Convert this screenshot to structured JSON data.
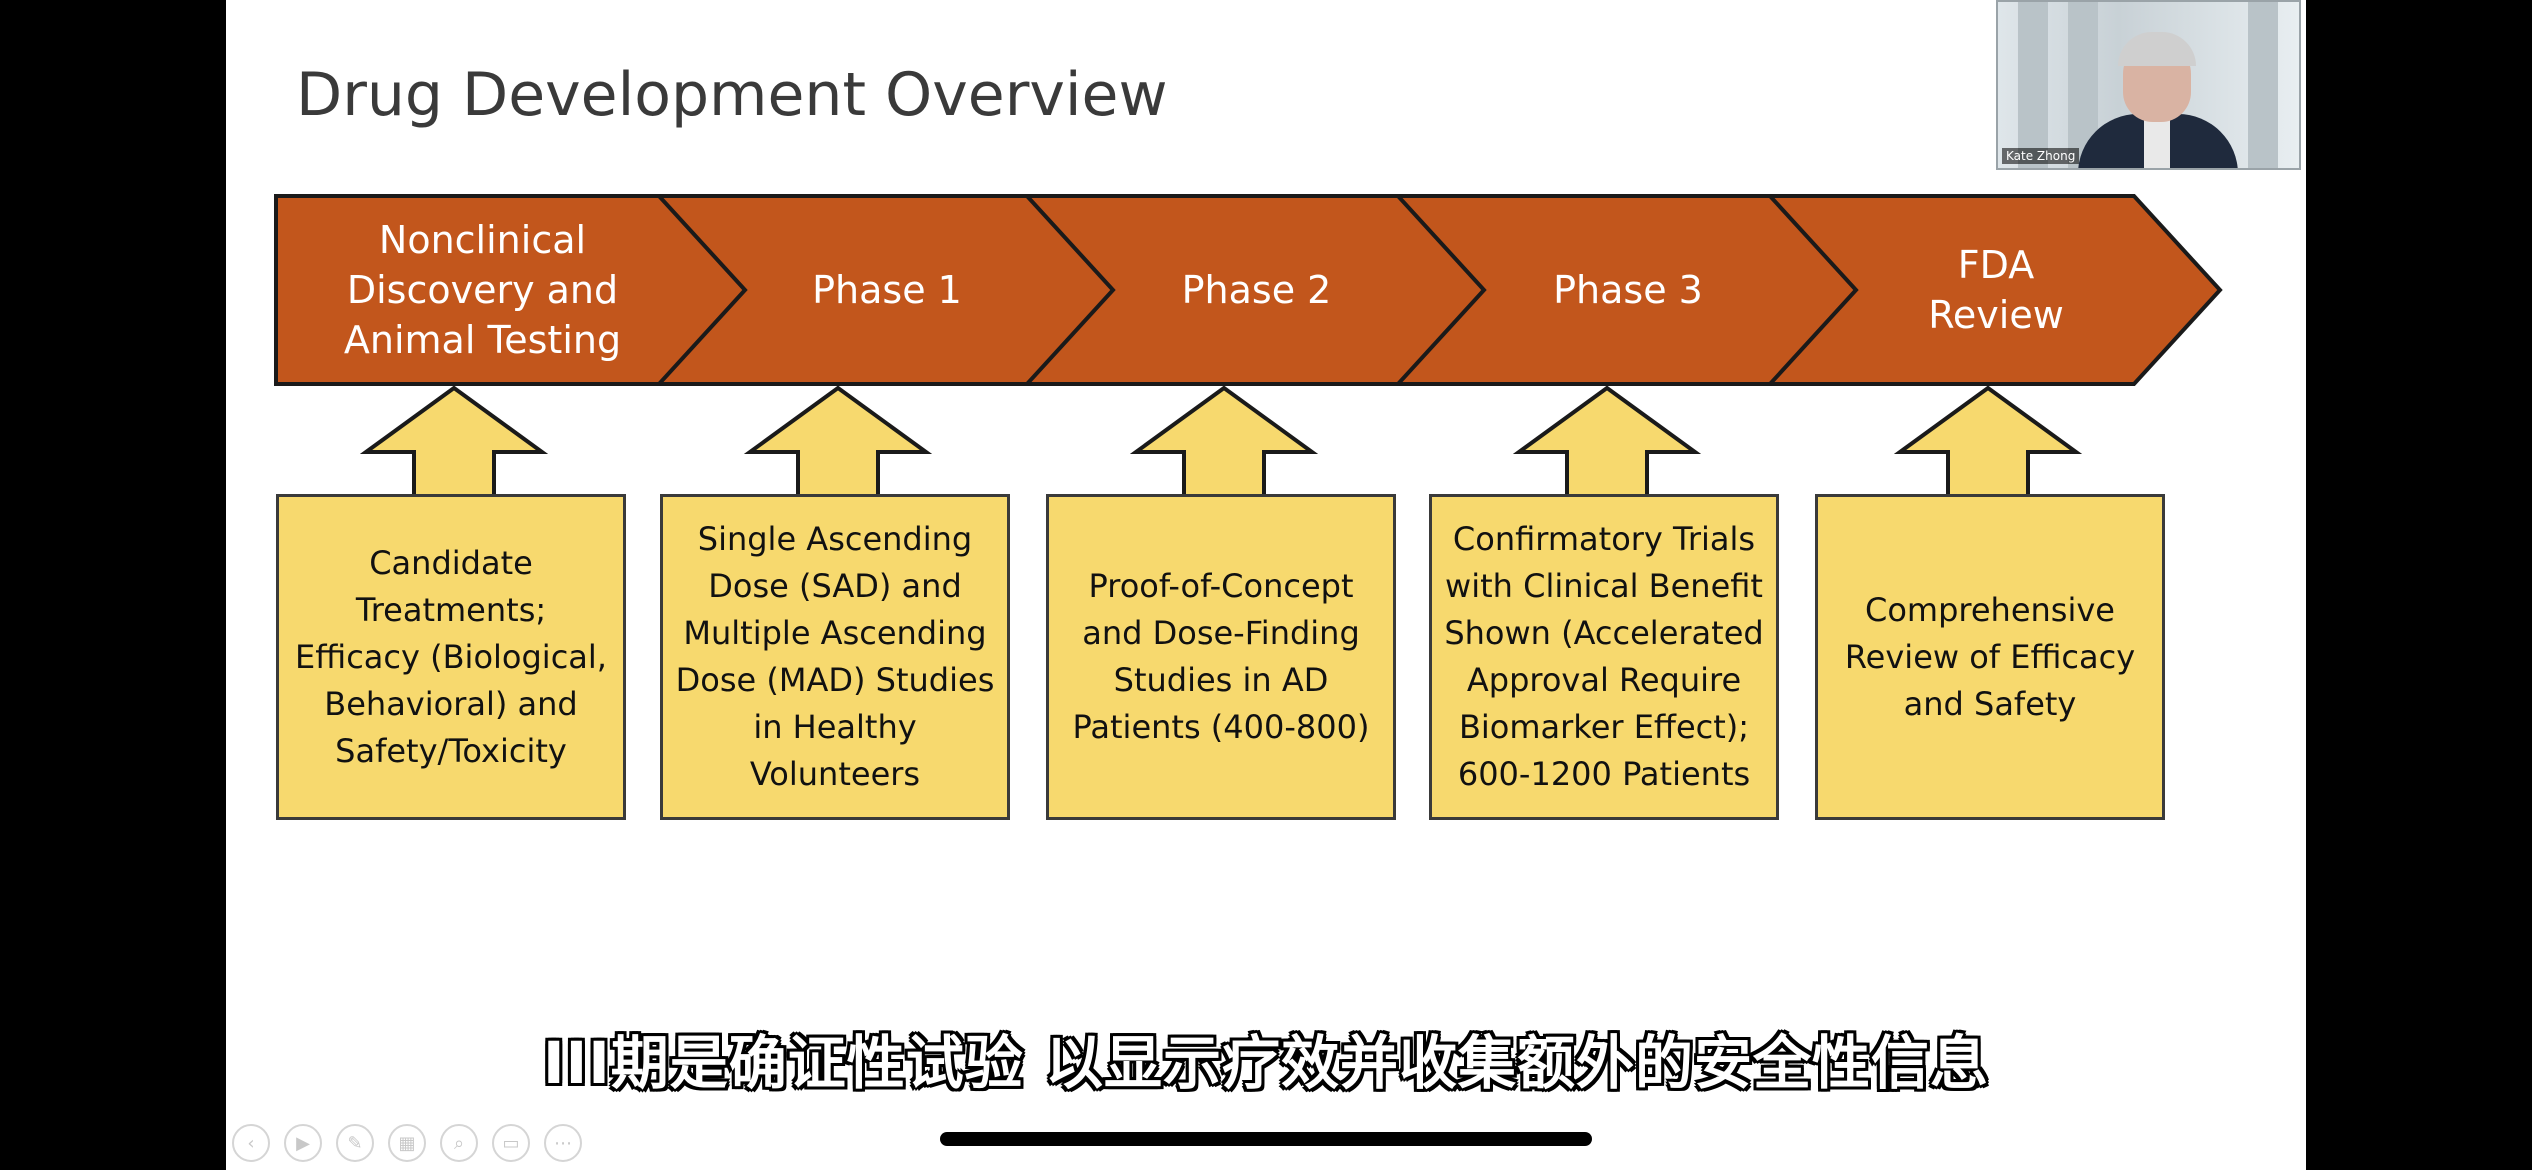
{
  "slide": {
    "title": "Drug Development Overview",
    "colors": {
      "chevron_fill": "#c2561c",
      "chevron_stroke": "#1a1a1a",
      "box_fill": "#f7d96e",
      "arrow_fill": "#f7d96e"
    },
    "stages": [
      {
        "label": "Nonclinical\nDiscovery and\nAnimal Testing",
        "detail": "Candidate\nTreatments;\nEfficacy (Biological,\nBehavioral) and\nSafety/Toxicity"
      },
      {
        "label": "Phase 1",
        "detail": "Single Ascending\nDose (SAD) and\nMultiple Ascending\nDose (MAD) Studies\nin Healthy\nVolunteers"
      },
      {
        "label": "Phase 2",
        "detail": "Proof-of-Concept\nand Dose-Finding\nStudies in AD\nPatients (400-800)"
      },
      {
        "label": "Phase 3",
        "detail": "Confirmatory Trials\nwith Clinical Benefit\nShown (Accelerated\nApproval Require\nBiomarker Effect);\n600-1200 Patients"
      },
      {
        "label": "FDA\nReview",
        "detail": "Comprehensive\nReview of Efficacy\nand Safety"
      }
    ]
  },
  "video": {
    "speaker_name": "Kate Zhong",
    "subtitle": "III期是确证性试验 以显示疗效并收集额外的安全性信息"
  },
  "toolbar": {
    "icons": [
      "previous-icon",
      "play-icon",
      "pen-icon",
      "slides-icon",
      "zoom-icon",
      "screen-icon",
      "more-icon"
    ],
    "glyphs": [
      "‹",
      "▶",
      "✎",
      "▦",
      "⌕",
      "▭",
      "⋯"
    ]
  }
}
